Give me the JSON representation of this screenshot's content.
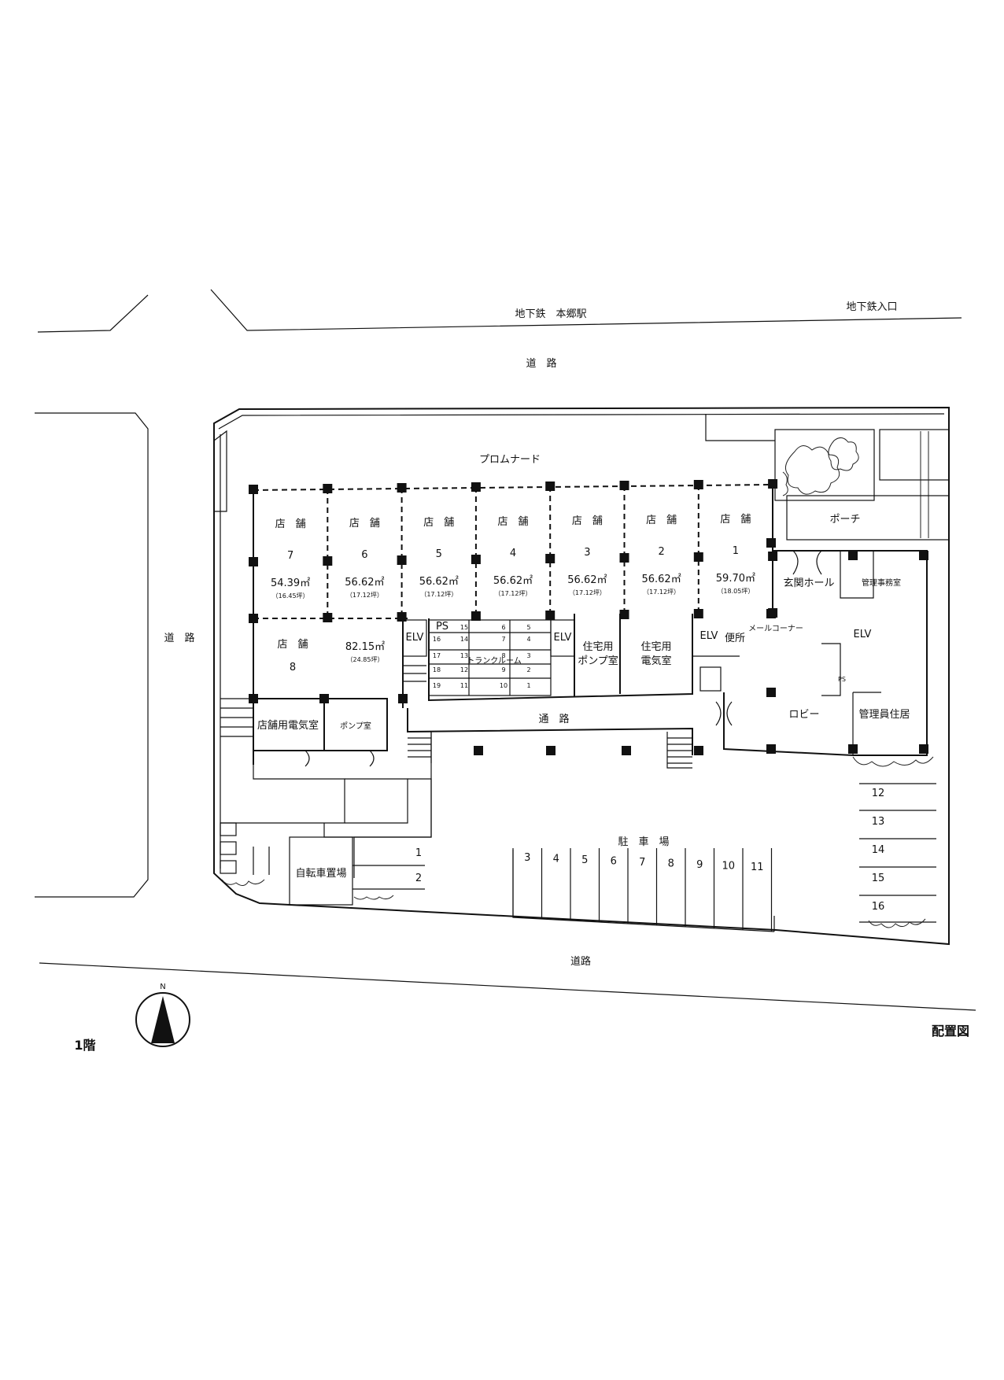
{
  "texts": {
    "subway_station": "地下鉄　本郷駅",
    "subway_entrance": "地下鉄入口",
    "road_top": "道　路",
    "road_left": "道　路",
    "road_bottom": "道路",
    "promenade": "プロムナード",
    "passage": "通　路",
    "porch": "ポーチ",
    "entrance_hall": "玄関ホール",
    "management_office": "管理事務室",
    "mail_corner": "メールコーナー",
    "toilet": "便所",
    "lobby": "ロビー",
    "manager_residence": "管理員住居",
    "residential_pump_room": [
      "住宅用",
      "ポンプ室"
    ],
    "residential_electric_room": [
      "住宅用",
      "電気室"
    ],
    "shop_electric_room": "店舗用電気室",
    "pump_room": "ポンプ室",
    "trunk_room": "トランクルーム",
    "ps": "PS",
    "elv": "ELV",
    "parking": "駐　車　場",
    "bicycle_parking": "自転車置場",
    "north": "N",
    "floor": "1階",
    "title": "配置図"
  },
  "shops": [
    {
      "shop_label": "店　舗",
      "no": "7",
      "area": "54.39㎡",
      "tsubo": "（16.45坪）"
    },
    {
      "shop_label": "店　舗",
      "no": "6",
      "area": "56.62㎡",
      "tsubo": "（17.12坪）"
    },
    {
      "shop_label": "店　舗",
      "no": "5",
      "area": "56.62㎡",
      "tsubo": "（17.12坪）"
    },
    {
      "shop_label": "店　舗",
      "no": "4",
      "area": "56.62㎡",
      "tsubo": "（17.12坪）"
    },
    {
      "shop_label": "店　舗",
      "no": "3",
      "area": "56.62㎡",
      "tsubo": "（17.12坪）"
    },
    {
      "shop_label": "店　舗",
      "no": "2",
      "area": "56.62㎡",
      "tsubo": "（17.12坪）"
    },
    {
      "shop_label": "店　舗",
      "no": "1",
      "area": "59.70㎡",
      "tsubo": "（18.05坪）"
    }
  ],
  "shop8": {
    "shop_label": "店　舗",
    "no": "8",
    "area": "82.15㎡",
    "tsubo": "（24.85坪）"
  },
  "trunk_numbers": [
    "15",
    "14",
    "13",
    "12",
    "11",
    "16",
    "17",
    "18",
    "19",
    "6",
    "7",
    "8",
    "9",
    "10",
    "5",
    "4",
    "3",
    "2",
    "1"
  ],
  "parking_bottom": [
    "3",
    "4",
    "5",
    "6",
    "7",
    "8",
    "9",
    "10",
    "11"
  ],
  "parking_left": [
    "1",
    "2"
  ],
  "parking_right": [
    "12",
    "13",
    "14",
    "15",
    "16"
  ]
}
